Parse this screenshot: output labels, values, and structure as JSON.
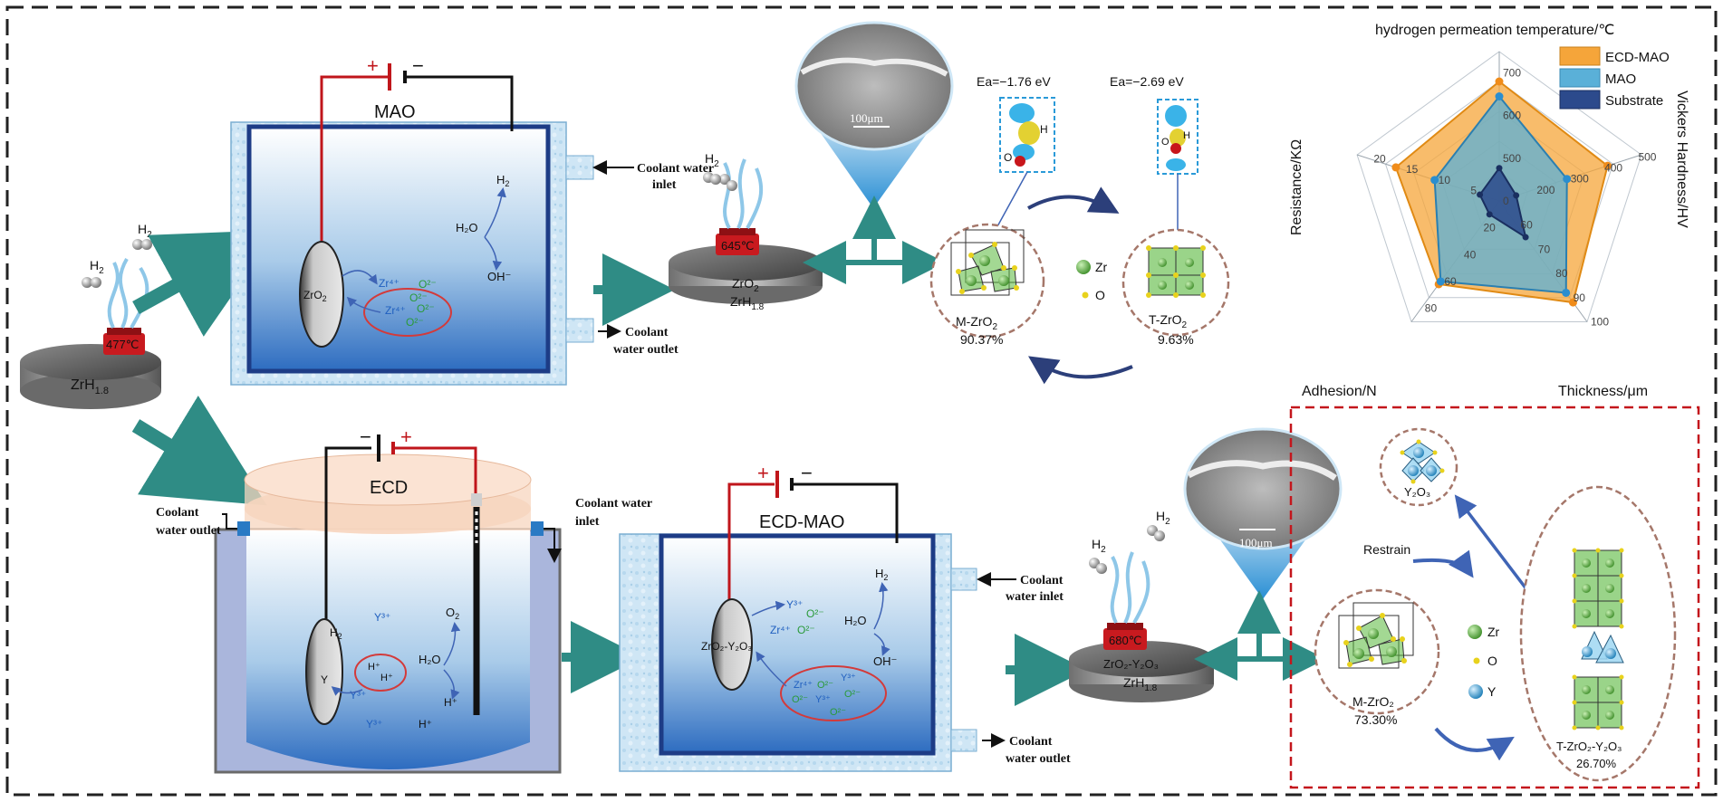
{
  "colors": {
    "teal_arrow": "#2f8c85",
    "red_wire": "#c0161b",
    "navy_arrow": "#2c3f7a",
    "dashed_border": "#222222",
    "red_dashed": "#c4161c",
    "ecd_mao_fill": "#f5a53a",
    "mao_fill": "#5ab0d8",
    "substrate_fill": "#2c4a8c",
    "zr_atom": "#57b83a",
    "o_atom": "#e8d21c",
    "y_atom": "#3aa6d8"
  },
  "start": {
    "disk_label": "ZrH",
    "disk_sub": "1.8",
    "temp": "477℃",
    "gas": "H",
    "gas_sub": "2"
  },
  "mao": {
    "label": "MAO",
    "plus": "+",
    "minus": "−",
    "electrode": "ZrO",
    "electrode_sub": "2",
    "ions": [
      "Zr⁴⁺",
      "O²⁻",
      "O²⁻",
      "Zr⁴⁺",
      "O²⁻",
      "O²⁻"
    ],
    "h2": "H",
    "h2_sub": "2",
    "h2o": "H₂O",
    "oh": "OH⁻",
    "coolant_inlet": [
      "Coolant water",
      "inlet"
    ],
    "coolant_outlet": [
      "Coolant",
      "water outlet"
    ]
  },
  "mao_product": {
    "temp": "645℃",
    "layer_top": "ZrO",
    "layer_top_sub": "2",
    "layer_bottom": "ZrH",
    "layer_bottom_sub": "1.8",
    "scale": "100μm",
    "gas": "H",
    "gas_sub": "2"
  },
  "mao_phases": {
    "ea_left": "Ea=−1.76 eV",
    "ea_right": "Ea=−2.69 eV",
    "m_label": "M-ZrO",
    "m_sub": "2",
    "m_pct": "90.37%",
    "t_label": "T-ZrO",
    "t_sub": "2",
    "t_pct": "9.63%",
    "legend_zr": "Zr",
    "legend_o": "O",
    "h": "H",
    "o": "O"
  },
  "radar": {
    "title": "hydrogen permeation temperature/℃",
    "axes": [
      "Resistance/KΩ",
      "Vickers Hardness/HV",
      "Adhesion/N",
      "Thickness/μm"
    ],
    "ticks_top": [
      "500",
      "600",
      "700"
    ],
    "ticks_right": [
      "200",
      "300",
      "400",
      "500"
    ],
    "ticks_left": [
      "5",
      "10",
      "15",
      "20"
    ],
    "ticks_br": [
      "60",
      "70",
      "80",
      "90",
      "100"
    ],
    "ticks_bl": [
      "0",
      "20",
      "40",
      "60",
      "80"
    ],
    "center": "0",
    "legend": [
      "ECD-MAO",
      "MAO",
      "Substrate"
    ]
  },
  "chart_data": {
    "type": "radar",
    "title": "hydrogen permeation temperature/℃",
    "axes": [
      "hydrogen permeation temperature/℃",
      "Vickers Hardness/HV",
      "Thickness/μm",
      "Adhesion/N",
      "Resistance/KΩ"
    ],
    "series": [
      {
        "name": "ECD-MAO",
        "values": [
          680,
          420,
          92,
          62,
          16
        ]
      },
      {
        "name": "MAO",
        "values": [
          645,
          300,
          88,
          60,
          10
        ]
      },
      {
        "name": "Substrate",
        "values": [
          477,
          150,
          65,
          10,
          3
        ]
      }
    ]
  },
  "ecd": {
    "label": "ECD",
    "minus": "−",
    "plus": "+",
    "coolant_outlet": [
      "Coolant",
      "water outlet"
    ],
    "coolant_inlet": [
      "Coolant water",
      "inlet"
    ],
    "h2": "H",
    "h2_sub": "2",
    "y": "Y",
    "y3_a": "Y³⁺",
    "y3_b": "Y³⁺",
    "y3_c": "Y³⁺",
    "hplus_a": "H⁺",
    "hplus_b": "H⁺",
    "hplus_c": "H⁺",
    "hplus_d": "H⁺",
    "o2": "O",
    "o2_sub": "2",
    "h2o": "H₂O"
  },
  "ecd_mao": {
    "label": "ECD-MAO",
    "plus": "+",
    "minus": "−",
    "electrode": "ZrO₂-Y₂O₃",
    "ions": [
      "Y³⁺",
      "Zr⁴⁺",
      "O²⁻",
      "O²⁻"
    ],
    "circle_ions": [
      "Zr⁴⁺",
      "O²⁻",
      "Y³⁺",
      "O²⁻",
      "Y³⁺",
      "O²⁻",
      "O²⁻"
    ],
    "h2": "H",
    "h2_sub": "2",
    "h2o": "H₂O",
    "oh": "OH⁻",
    "coolant_inlet": [
      "Coolant",
      "water inlet"
    ],
    "coolant_outlet": [
      "Coolant",
      "water outlet"
    ]
  },
  "ecd_product": {
    "temp": "680℃",
    "layer_top": "ZrO₂-Y₂O₃",
    "layer_bottom": "ZrH",
    "layer_bottom_sub": "1.8",
    "scale": "100μm",
    "gas": "H",
    "gas_sub": "2"
  },
  "ecd_phases": {
    "y2o3": "Y₂O₃",
    "restrain": "Restrain",
    "m_label": "M-ZrO₂",
    "m_pct": "73.30%",
    "t_label": "T-ZrO₂-Y₂O₃",
    "t_pct": "26.70%",
    "legend_zr": "Zr",
    "legend_o": "O",
    "legend_y": "Y"
  }
}
